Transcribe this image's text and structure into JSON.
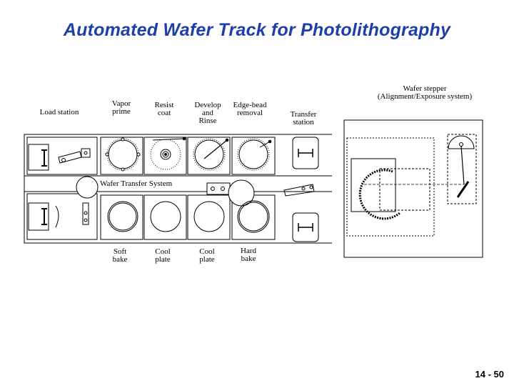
{
  "title": "Automated Wafer Track for Photolithography",
  "labels": {
    "load_station": "Load station",
    "vapor_prime": "Vapor\nprime",
    "resist_coat": "Resist\ncoat",
    "develop_rinse": "Develop\nand\nRinse",
    "edge_bead_removal": "Edge-bead\nremoval",
    "transfer_station": "Transfer\nstation",
    "wafer_stepper": "Wafer stepper\n(Alignment/Exposure system)",
    "wafer_transfer_system": "Wafer Transfer System",
    "soft_bake": "Soft\nbake",
    "cool_plate_1": "Cool\nplate",
    "cool_plate_2": "Cool\nplate",
    "hard_bake": "Hard\nbake"
  },
  "page_number": "14 - 50"
}
